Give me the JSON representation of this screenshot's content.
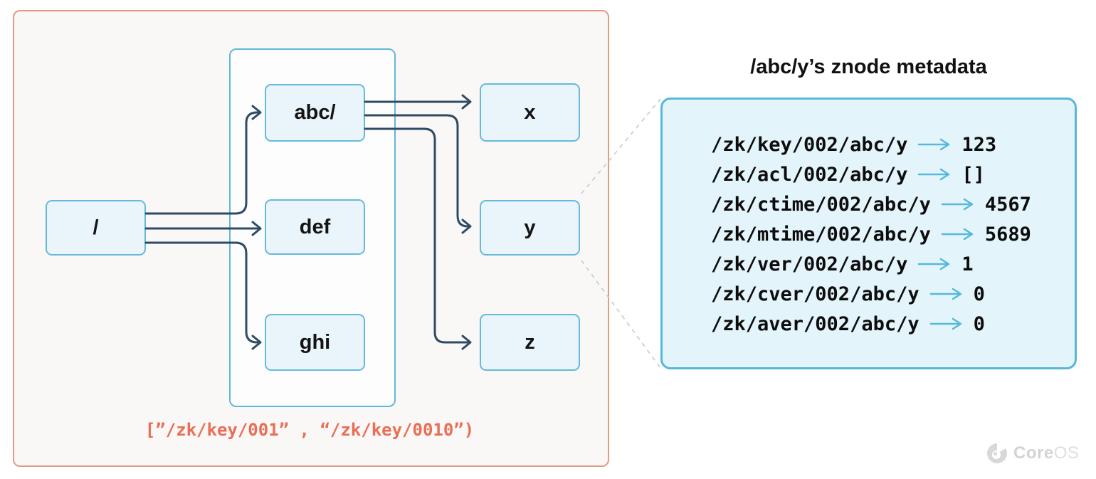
{
  "tree": {
    "nodes": [
      {
        "id": "root",
        "label": "/"
      },
      {
        "id": "abc",
        "label": "abc/"
      },
      {
        "id": "def",
        "label": "def"
      },
      {
        "id": "ghi",
        "label": "ghi"
      },
      {
        "id": "x",
        "label": "x"
      },
      {
        "id": "y",
        "label": "y"
      },
      {
        "id": "z",
        "label": "z"
      }
    ],
    "edges": [
      {
        "from": "/",
        "to": "abc/"
      },
      {
        "from": "/",
        "to": "def"
      },
      {
        "from": "/",
        "to": "ghi"
      },
      {
        "from": "abc/",
        "to": "x"
      },
      {
        "from": "abc/",
        "to": "y"
      },
      {
        "from": "abc/",
        "to": "z"
      }
    ],
    "callout": {
      "from": "y",
      "to": "metadata-panel",
      "style": "dashed"
    }
  },
  "caption": {
    "text": "[”/zk/key/001” , “/zk/key/0010”)"
  },
  "metadata": {
    "title": "/abc/y’s znode metadata",
    "rows": [
      {
        "path": "/zk/key/002/abc/y",
        "value": "123"
      },
      {
        "path": "/zk/acl/002/abc/y",
        "value": "[]"
      },
      {
        "path": "/zk/ctime/002/abc/y",
        "value": "4567"
      },
      {
        "path": "/zk/mtime/002/abc/y",
        "value": "5689"
      },
      {
        "path": "/zk/ver/002/abc/y",
        "value": "1"
      },
      {
        "path": "/zk/cver/002/abc/y",
        "value": "0"
      },
      {
        "path": "/zk/aver/002/abc/y",
        "value": "0"
      }
    ]
  },
  "logo": {
    "core": "Core",
    "os": "OS"
  },
  "colors": {
    "outer_border": "#e59a80",
    "outer_fill": "#faf7f7",
    "inner_border": "#62b7d6",
    "node_border": "#66bad9",
    "node_fill": "#e9f5fa",
    "tree_arrow": "#2e4b63",
    "meta_border": "#58b7d9",
    "meta_fill": "#e4f4fb",
    "meta_arrow": "#55b9da",
    "caption_text": "#e96e55",
    "callout_dash": "#c9c9c9",
    "logo_gray": "#d3d3d3"
  }
}
